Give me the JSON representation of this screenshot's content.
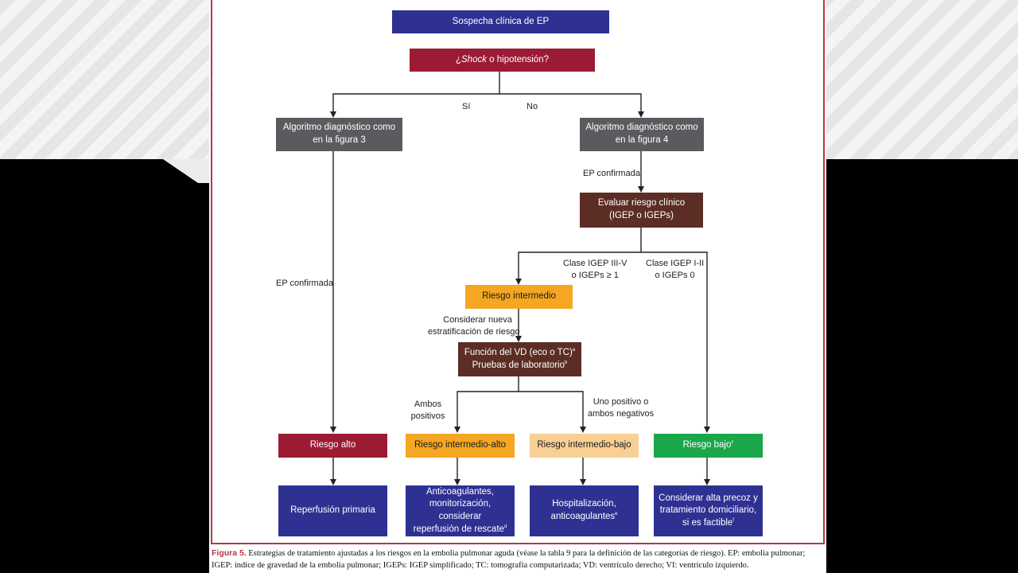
{
  "nodes": {
    "suspect": "Sospecha clínica de EP",
    "shock_pre": "¿",
    "shock_em": "Shock",
    "shock_post": " o hipotensión?",
    "alg3_l1": "Algoritmo diagnóstico como",
    "alg3_l2": "en la figura 3",
    "alg4_l1": "Algoritmo diagnóstico como",
    "alg4_l2": "en la figura 4",
    "eval_l1": "Evaluar riesgo clínico",
    "eval_l2": "(IGEP o IGEPs)",
    "intermediate": "Riesgo intermedio",
    "vd_l1": "Función del VD (eco o TC)",
    "vd_l1_sup": "a",
    "vd_l2": "Pruebas de laboratorio",
    "vd_l2_sup": "b",
    "high": "Riesgo alto",
    "int_high": "Riesgo intermedio-alto",
    "int_low": "Riesgo intermedio-bajo",
    "low": "Riesgo bajo",
    "low_sup": "c",
    "reperfusion": "Reperfusión primaria",
    "antico_l1": "Anticoagulantes,",
    "antico_l2": "monitorización, considerar",
    "antico_l3": "reperfusión de rescate",
    "antico_sup": "d",
    "hosp_l1": "Hospitalización,",
    "hosp_l2": "anticoagulantes",
    "hosp_sup": "e",
    "alta_l1": "Considerar alta precoz y",
    "alta_l2": "tratamiento domiciliario,",
    "alta_l3": "si es factible",
    "alta_sup": "f"
  },
  "labels": {
    "yes": "Sí",
    "no": "No",
    "ep_confirmed_left": "EP confirmada",
    "ep_confirmed_right": "EP confirmada",
    "class_high_l1": "Clase IGEP III-V",
    "class_high_l2": "o IGEPs ≥ 1",
    "class_low_l1": "Clase IGEP I-II",
    "class_low_l2": "o IGEPs 0",
    "restrat_l1": "Considerar nueva",
    "restrat_l2": "estratificación de riesgo",
    "both_pos_l1": "Ambos",
    "both_pos_l2": "positivos",
    "one_pos_l1": "Uno positivo o",
    "one_pos_l2": "ambos negativos"
  },
  "caption": {
    "figure_label": "Figura 5.",
    "line1": " Estrategias de tratamiento ajustadas a los riesgos en la embolia pulmonar aguda (véase la tabla 9 para la definición de las categorías de riesgo). EP: embolia pulmonar;",
    "line2": "IGEP: índice de gravedad de la embolia pulmonar; IGEPs: IGEP simplificado; TC: tomografía computarizada; VD: ventrículo derecho; VI: ventrículo izquierdo."
  },
  "colors": {
    "navy": "#2e3192",
    "crimson": "#9b1b34",
    "gray": "#5a5b5e",
    "brown": "#5c2d24",
    "orange": "#f5a623",
    "peach": "#f8cf94",
    "green": "#1aa64a",
    "frame": "#b33a45"
  }
}
